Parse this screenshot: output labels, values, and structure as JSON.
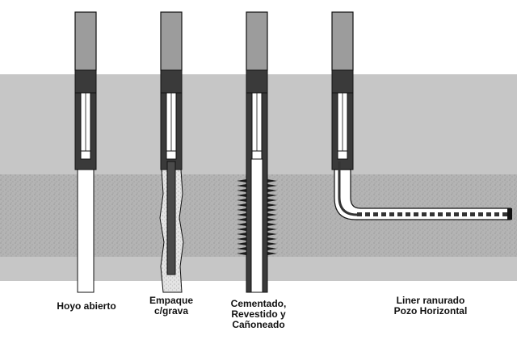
{
  "colors": {
    "background": "#ffffff",
    "upper_formation": "#c6c6c6",
    "reservoir": "#b4b4b4",
    "lower_formation": "#c6c6c6",
    "casing_top": "#9a9a9a",
    "casing_dark": "#3a3a3a",
    "bore": "#ffffff",
    "outline": "#111111",
    "gravel": "#dcdcdc"
  },
  "labels": {
    "open_hole": [
      "Hoyo abierto"
    ],
    "gravel_pack": [
      "Empaque",
      "c/grava"
    ],
    "cemented": [
      "Cementado,",
      "Revestido y",
      "Cañoneado"
    ],
    "slotted_liner": [
      "Liner ranurado",
      "Pozo Horizontal"
    ]
  }
}
